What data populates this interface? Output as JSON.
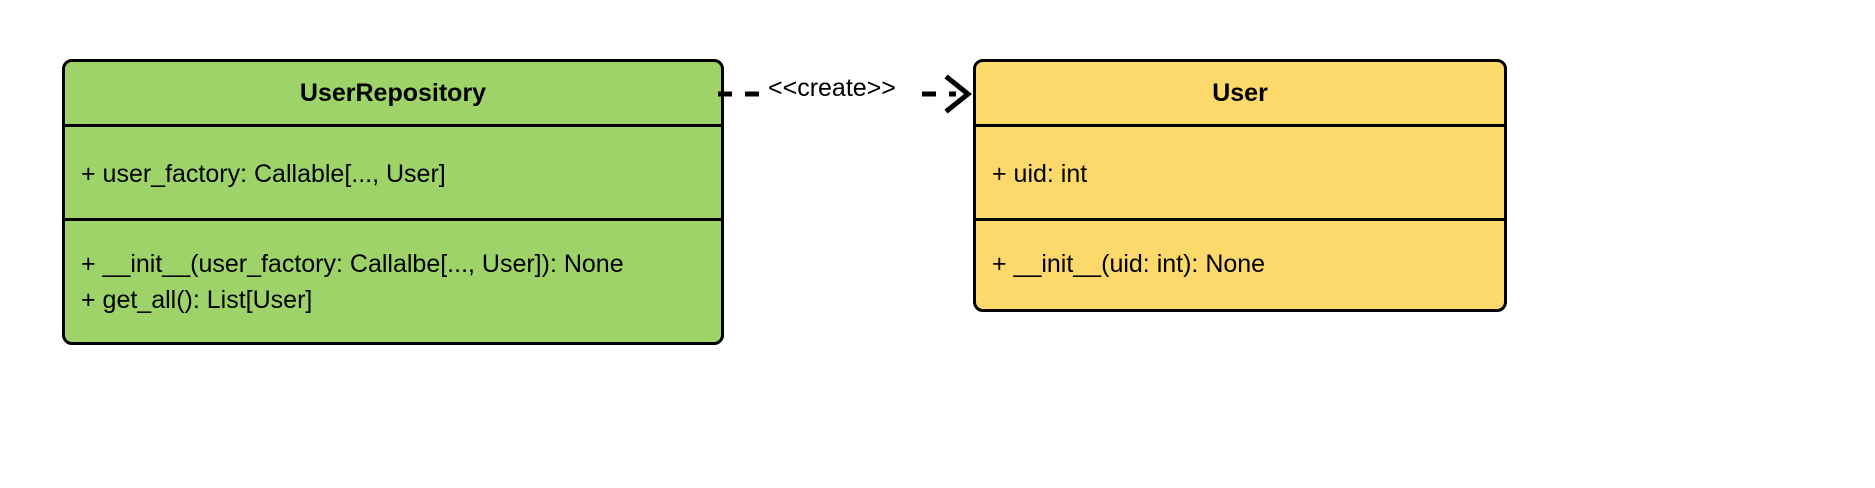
{
  "diagram": {
    "type": "uml-class-diagram",
    "background_color": "#ffffff"
  },
  "classes": [
    {
      "name": "UserRepository",
      "fill_color": "#9ed36a",
      "border_color": "#000000",
      "attributes": [
        "+ user_factory: Callable[..., User]"
      ],
      "methods": [
        "+ __init__(user_factory: Callalbe[..., User]): None",
        "+ get_all(): List[User]"
      ]
    },
    {
      "name": "User",
      "fill_color": "#fcd96a",
      "border_color": "#000000",
      "attributes": [
        "+ uid: int"
      ],
      "methods": [
        "+ __init__(uid: int): None"
      ]
    }
  ],
  "relationships": [
    {
      "kind": "dependency",
      "stereotype": "<<create>>",
      "source": "UserRepository",
      "target": "User",
      "line_style": "dashed",
      "arrow_head": "open",
      "color": "#000000"
    }
  ]
}
